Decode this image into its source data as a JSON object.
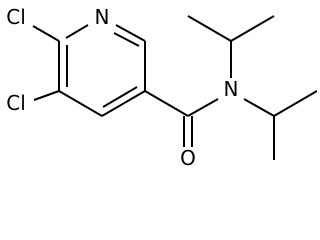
{
  "molecule": {
    "atoms": {
      "cl_top": "Cl",
      "cl_bottom": "Cl",
      "n_ring": "N",
      "n_amide": "N",
      "o_carbonyl": "O"
    }
  },
  "colors": {
    "bond": "#000000",
    "label": "#000000",
    "background": "#ffffff"
  }
}
